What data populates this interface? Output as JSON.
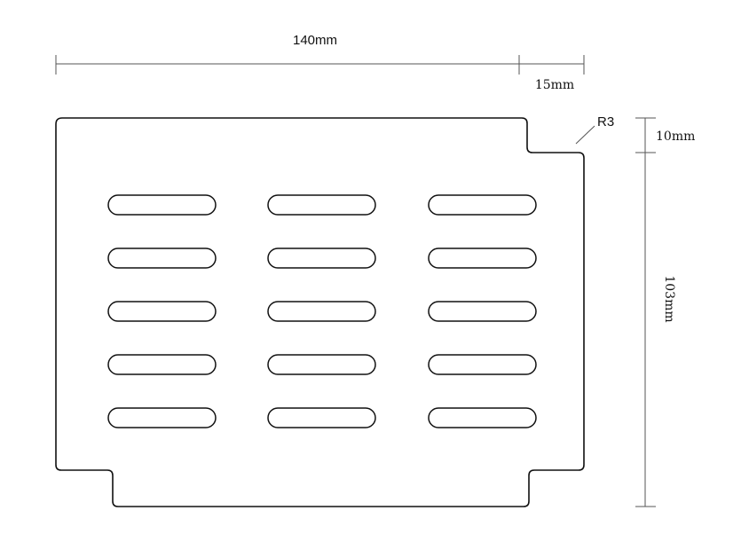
{
  "dimensions": {
    "width_label": "140mm",
    "notch_width_label": "15mm",
    "notch_height_label": "10mm",
    "height_label": "103mm",
    "corner_radius_label": "R3"
  },
  "slots": {
    "columns": 3,
    "rows": 5
  },
  "colors": {
    "stroke": "#111111",
    "dimension_line": "#555555",
    "background": "#ffffff"
  }
}
